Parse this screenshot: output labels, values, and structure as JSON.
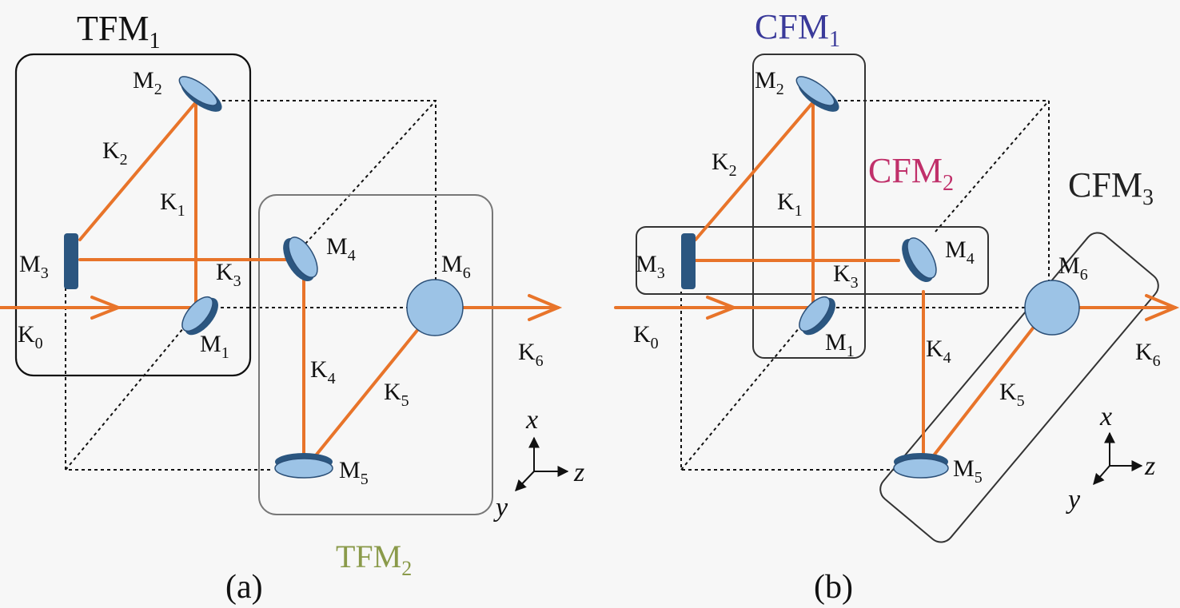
{
  "panel_a": {
    "caption": "(a)",
    "modules": [
      {
        "id": "TFM1",
        "base": "TFM",
        "sub": "1",
        "color": "#111111"
      },
      {
        "id": "TFM2",
        "base": "TFM",
        "sub": "2",
        "color": "#8a9a4a"
      }
    ],
    "mirrors": [
      {
        "base": "M",
        "sub": "1"
      },
      {
        "base": "M",
        "sub": "2"
      },
      {
        "base": "M",
        "sub": "3"
      },
      {
        "base": "M",
        "sub": "4"
      },
      {
        "base": "M",
        "sub": "5"
      },
      {
        "base": "M",
        "sub": "6"
      }
    ],
    "beams": [
      {
        "base": "K",
        "sub": "0"
      },
      {
        "base": "K",
        "sub": "1"
      },
      {
        "base": "K",
        "sub": "2"
      },
      {
        "base": "K",
        "sub": "3"
      },
      {
        "base": "K",
        "sub": "4"
      },
      {
        "base": "K",
        "sub": "5"
      },
      {
        "base": "K",
        "sub": "6"
      }
    ],
    "axes": {
      "x": "x",
      "y": "y",
      "z": "z"
    }
  },
  "panel_b": {
    "caption": "(b)",
    "modules": [
      {
        "id": "CFM1",
        "base": "CFM",
        "sub": "1",
        "color": "#3a3a9a"
      },
      {
        "id": "CFM2",
        "base": "CFM",
        "sub": "2",
        "color": "#c0306a"
      },
      {
        "id": "CFM3",
        "base": "CFM",
        "sub": "3",
        "color": "#222222"
      }
    ],
    "mirrors": [
      {
        "base": "M",
        "sub": "1"
      },
      {
        "base": "M",
        "sub": "2"
      },
      {
        "base": "M",
        "sub": "3"
      },
      {
        "base": "M",
        "sub": "4"
      },
      {
        "base": "M",
        "sub": "5"
      },
      {
        "base": "M",
        "sub": "6"
      }
    ],
    "beams": [
      {
        "base": "K",
        "sub": "0"
      },
      {
        "base": "K",
        "sub": "1"
      },
      {
        "base": "K",
        "sub": "2"
      },
      {
        "base": "K",
        "sub": "3"
      },
      {
        "base": "K",
        "sub": "4"
      },
      {
        "base": "K",
        "sub": "5"
      },
      {
        "base": "K",
        "sub": "6"
      }
    ],
    "axes": {
      "x": "x",
      "y": "y",
      "z": "z"
    }
  },
  "colors": {
    "beam": "#e8742a",
    "mirror_face": "#9cc3e6",
    "mirror_edge": "#2b5680"
  }
}
